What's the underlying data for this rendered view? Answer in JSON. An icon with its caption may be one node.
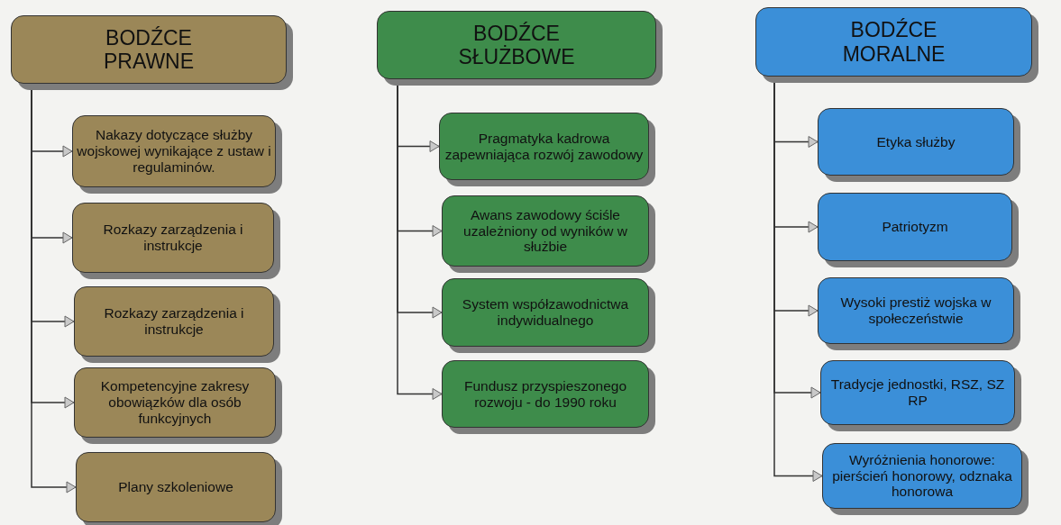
{
  "diagram": {
    "nodes": [
      {
        "text": [
          "BODŹCE PRAWNE"
        ]
      },
      {
        "text": [
          "Nakazy dotyczące służby wojskowej wynikające z ustaw i regulaminów."
        ]
      },
      {
        "text": [
          "Rozkazy zarządzenia i instrukcje"
        ]
      },
      {
        "text": [
          "Rozkazy zarządzenia i instrukcje"
        ]
      },
      {
        "text": [
          "Kompetencyjne zakresy obowiązków dla osób funkcyjnych"
        ]
      },
      {
        "text": [
          "Plany szkoleniowe"
        ]
      },
      {
        "text": [
          "BODŹCE SŁUŻBOWE"
        ]
      },
      {
        "text": [
          "Pragmatyka kadrowa zapewniająca rozwój zawodowy"
        ]
      },
      {
        "text": [
          "Awans zawodowy ściśle uzależniony od wyników w służbie"
        ]
      },
      {
        "text": [
          "System współzawodnictwa indywidualnego"
        ]
      },
      {
        "text": [
          "Fundusz przyspieszonego rozwoju - do 1990 roku"
        ]
      },
      {
        "text": [
          "BODŹCE MORALNE"
        ]
      },
      {
        "text": [
          "Etyka służby"
        ]
      },
      {
        "text": [
          "Patriotyzm"
        ]
      },
      {
        "text": [
          "Wysoki prestiż wojska w społeczeństwie"
        ]
      },
      {
        "text": [
          "Tradycje jednostki, RSZ, SZ RP"
        ]
      },
      {
        "text": [
          "Wyróżnienia honorowe: pierścień honorowy, odznaka honorowa"
        ]
      }
    ],
    "edges": [
      {
        "from": 0,
        "to": 1,
        "arrow": "to"
      },
      {
        "from": 0,
        "to": 2,
        "arrow": "to"
      },
      {
        "from": 0,
        "to": 3,
        "arrow": "to"
      },
      {
        "from": 0,
        "to": 4,
        "arrow": "to"
      },
      {
        "from": 0,
        "to": 5,
        "arrow": "to"
      },
      {
        "from": 6,
        "to": 7,
        "arrow": "to"
      },
      {
        "from": 6,
        "to": 8,
        "arrow": "to"
      },
      {
        "from": 6,
        "to": 9,
        "arrow": "to"
      },
      {
        "from": 6,
        "to": 10,
        "arrow": "to"
      },
      {
        "from": 11,
        "to": 12,
        "arrow": "to"
      },
      {
        "from": 11,
        "to": 13,
        "arrow": "to"
      },
      {
        "from": 11,
        "to": 14,
        "arrow": "to"
      },
      {
        "from": 11,
        "to": 15,
        "arrow": "to"
      },
      {
        "from": 11,
        "to": 16,
        "arrow": "to"
      }
    ]
  }
}
